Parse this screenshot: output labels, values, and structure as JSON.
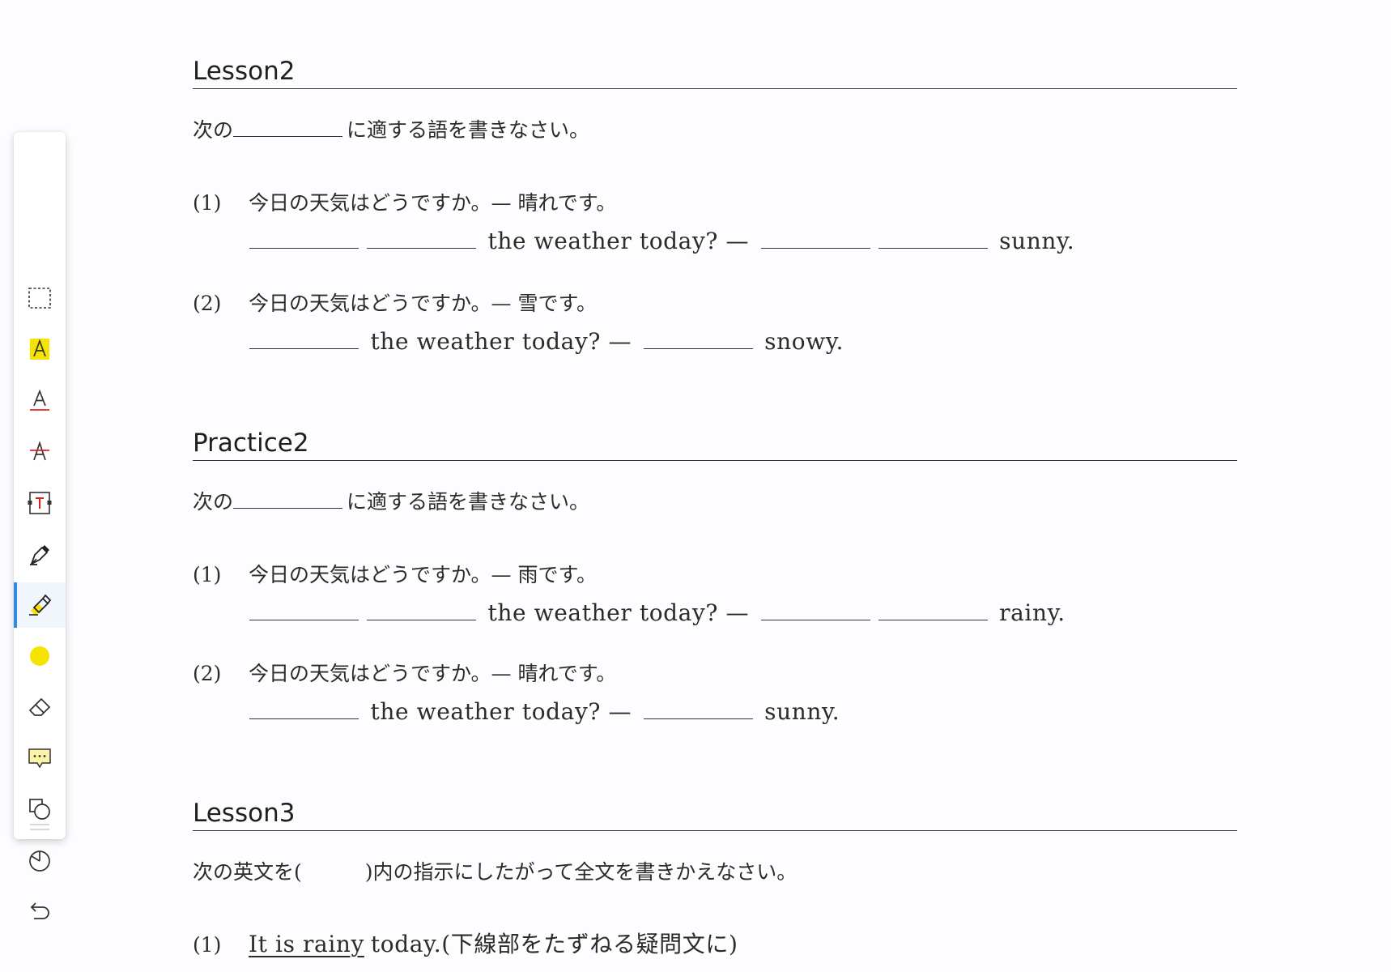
{
  "toolbar": {
    "tools": [
      {
        "name": "select-tool",
        "icon": "dashed-rectangle-icon"
      },
      {
        "name": "text-highlight-tool",
        "icon": "highlighted-a-icon"
      },
      {
        "name": "text-underline-tool",
        "icon": "underlined-a-icon"
      },
      {
        "name": "text-strikethrough-tool",
        "icon": "strikethrough-a-icon"
      },
      {
        "name": "text-box-tool",
        "icon": "text-box-icon"
      },
      {
        "name": "pen-tool",
        "icon": "pen-icon"
      },
      {
        "name": "highlighter-tool",
        "icon": "highlighter-icon",
        "active": true
      },
      {
        "name": "color-picker",
        "icon": "color-dot-icon",
        "color": "#f5e400"
      },
      {
        "name": "eraser-tool",
        "icon": "eraser-icon"
      },
      {
        "name": "comment-tool",
        "icon": "comment-icon"
      },
      {
        "name": "shape-tool",
        "icon": "shapes-icon"
      },
      {
        "name": "stamp-tool",
        "icon": "pie-icon"
      },
      {
        "name": "undo-button",
        "icon": "undo-icon"
      }
    ],
    "accent_color": "#2d8ce6",
    "highlight_color": "#f5e400"
  },
  "sections": [
    {
      "heading": "Lesson2",
      "instruction_pre": "次の",
      "instruction_post": "に適する語を書きなさい。",
      "q1": {
        "num": "(1)",
        "jp": "今日の天気はどうですか。— 晴れです。",
        "mid": "the weather today? —",
        "end": "sunny."
      },
      "q2": {
        "num": "(2)",
        "jp": "今日の天気はどうですか。— 雪です。",
        "mid": "the weather today? —",
        "end": "snowy."
      }
    },
    {
      "heading": "Practice2",
      "instruction_pre": "次の",
      "instruction_post": "に適する語を書きなさい。",
      "q1": {
        "num": "(1)",
        "jp": "今日の天気はどうですか。— 雨です。",
        "mid": "the weather today? —",
        "end": "rainy."
      },
      "q2": {
        "num": "(2)",
        "jp": "今日の天気はどうですか。— 晴れです。",
        "mid": "the weather today? —",
        "end": "sunny."
      }
    },
    {
      "heading": "Lesson3",
      "instruction_pre": "次の英文を(",
      "instruction_post": ")内の指示にしたがって全文を書きかえなさい。",
      "q1": {
        "num": "(1)",
        "underlined": "It is rainy",
        "rest": "today.(下線部をたずねる疑問文に)"
      }
    }
  ]
}
